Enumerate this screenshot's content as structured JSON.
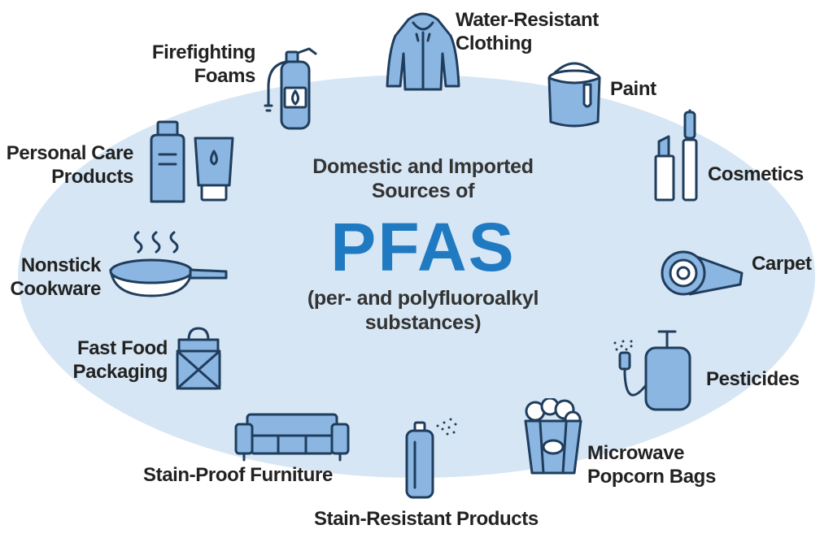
{
  "center": {
    "subtitle_line1": "Domestic and Imported",
    "subtitle_line2": "Sources of",
    "title": "PFAS",
    "desc_line1": "(per- and polyfluoroalkyl",
    "desc_line2": "substances)"
  },
  "sources": [
    {
      "icon": "jacket-icon",
      "line1": "Water-Resistant",
      "line2": "Clothing"
    },
    {
      "icon": "paint-bucket-icon",
      "line1": "Paint",
      "line2": ""
    },
    {
      "icon": "cosmetics-icon",
      "line1": "Cosmetics",
      "line2": ""
    },
    {
      "icon": "carpet-roll-icon",
      "line1": "Carpet",
      "line2": ""
    },
    {
      "icon": "sprayer-icon",
      "line1": "Pesticides",
      "line2": ""
    },
    {
      "icon": "popcorn-icon",
      "line1": "Microwave",
      "line2": "Popcorn Bags"
    },
    {
      "icon": "spray-can-icon",
      "line1": "Stain-Resistant Products",
      "line2": ""
    },
    {
      "icon": "sofa-icon",
      "line1": "Stain-Proof Furniture",
      "line2": ""
    },
    {
      "icon": "takeout-box-icon",
      "line1": "Fast Food",
      "line2": "Packaging"
    },
    {
      "icon": "frying-pan-icon",
      "line1": "Nonstick",
      "line2": "Cookware"
    },
    {
      "icon": "bottles-icon",
      "line1": "Personal Care",
      "line2": "Products"
    },
    {
      "icon": "fire-extinguisher-icon",
      "line1": "Firefighting",
      "line2": "Foams"
    }
  ],
  "colors": {
    "background": "#ffffff",
    "ellipse": "#d6e6f4",
    "title": "#1f7ac2",
    "icon_fill": "#8bb6e2",
    "icon_stroke": "#1f3d5c"
  }
}
